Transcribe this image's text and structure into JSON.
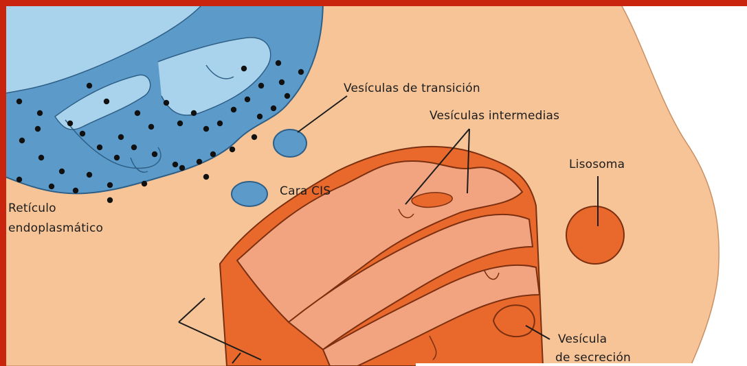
{
  "diagram": {
    "colors": {
      "frame": "#c8240e",
      "cytoplasm": "#f6c497",
      "reticulum": "#5c9bc9",
      "reticulum_light": "#a9d3ec",
      "golgi": "#e8692b",
      "golgi_lumen": "#f2a37f",
      "outline": "#3b3b3b",
      "text": "#1c1c1c"
    },
    "labels": {
      "transition_vesicles": "Vesículas de transición",
      "intermediate_vesicles": "Vesículas intermedias",
      "lysosome": "Lisosoma",
      "cis_face": "Cara CIS",
      "reticulum_line1": "Retículo",
      "reticulum_line2": "endoplasmático",
      "secretion_line1": "Vesícula",
      "secretion_line2": "de secreción"
    }
  }
}
